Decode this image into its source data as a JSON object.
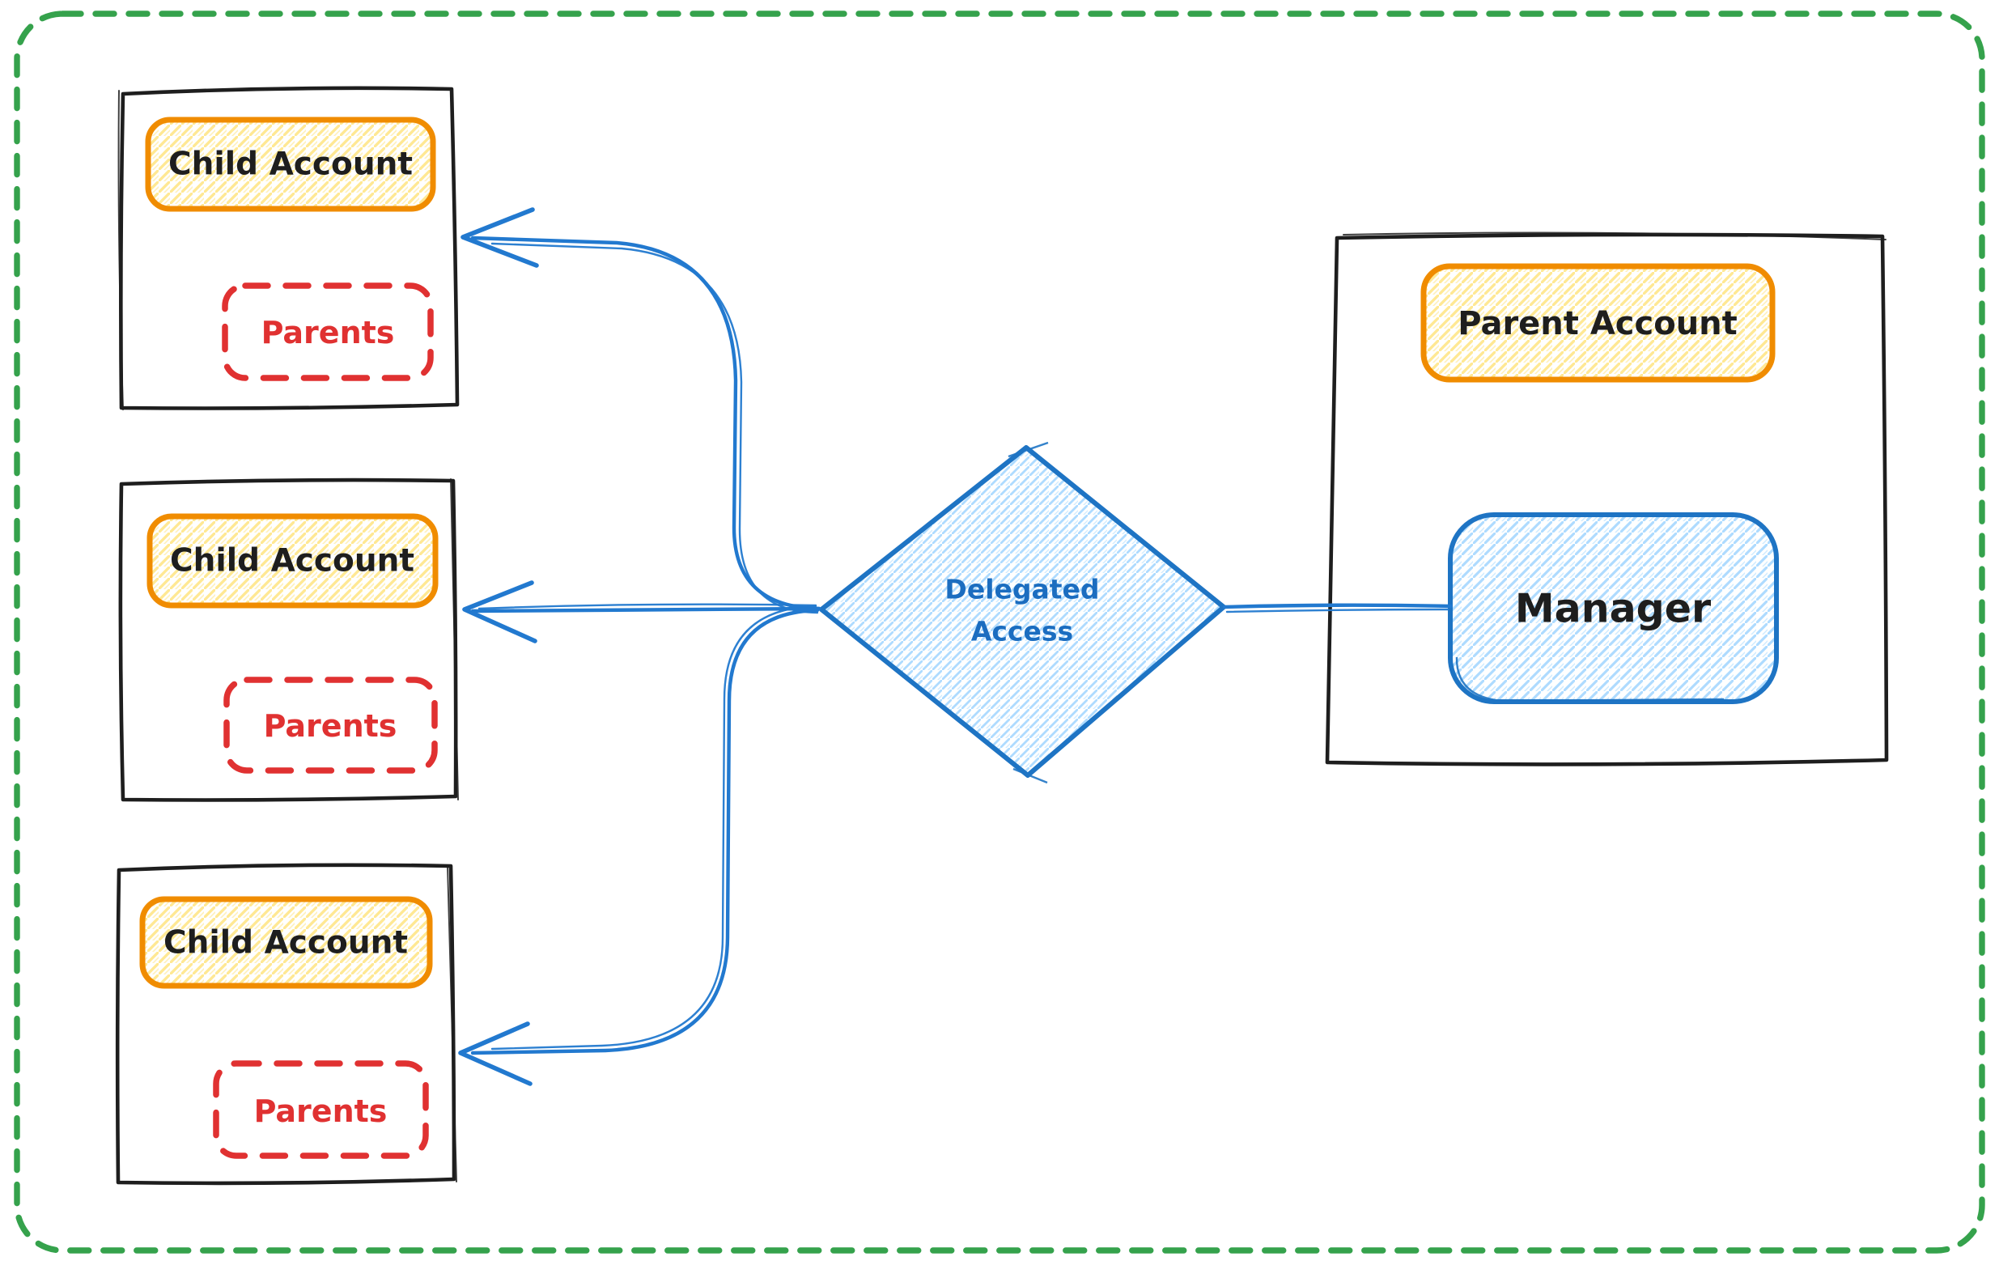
{
  "diagram_title": "Delegated Access",
  "children": [
    {
      "title": "Child Account",
      "member": "Parents"
    },
    {
      "title": "Child Account",
      "member": "Parents"
    },
    {
      "title": "Child Account",
      "member": "Parents"
    }
  ],
  "decision": {
    "line1": "Delegated",
    "line2": "Access"
  },
  "parent_box": {
    "title": "Parent Account",
    "manager_label": "Manager"
  },
  "connections": [
    {
      "from": "Manager",
      "to": "Delegated Access",
      "style": "line"
    },
    {
      "from": "Delegated Access",
      "to": "Child Account 1",
      "style": "arrow"
    },
    {
      "from": "Delegated Access",
      "to": "Child Account 2",
      "style": "arrow"
    },
    {
      "from": "Delegated Access",
      "to": "Child Account 3",
      "style": "arrow"
    }
  ],
  "colors": {
    "canvas_border_green": "#35a24c",
    "box_stroke_black": "#1e1e1e",
    "account_pill_stroke_orange": "#f08c00",
    "account_pill_hatch": "#ffd43b",
    "parents_stroke_red": "#e03131",
    "parents_hatch_pink": "#ffb3b3",
    "blue_stroke": "#1e74c4",
    "blue_arrow": "#2279cf",
    "blue_hatch": "#a5d8ff",
    "text_blue": "#1b6dc0",
    "background": "#ffffff"
  }
}
